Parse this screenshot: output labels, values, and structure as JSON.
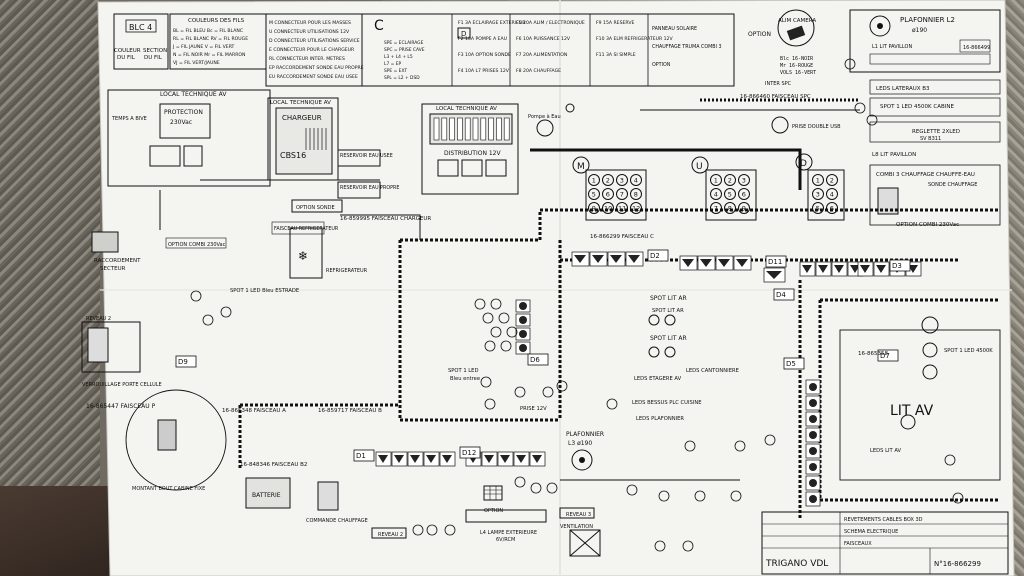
{
  "legend": {
    "color_box": {
      "sample": "BLC 4",
      "couleur_label": "COULEUR",
      "fil_label": "DU FIL",
      "section_label": "SECTION",
      "section_fil": "DU FIL"
    },
    "colors_title": "COULEURS DES FILS",
    "color_codes": [
      "BL = FIL BLEU   Bc = FIL BLANC",
      "RL = FIL BLANC  RV = FIL ROUGE",
      "J = FIL JAUNE   V = FIL VERT",
      "N = FIL NOIR    Mr = FIL MARRON",
      "VJ = FIL VERT/JAUNE"
    ],
    "connectors": [
      "M  CONNECTEUR POUR LES MASSES",
      "U  CONNECTEUR UTILISATIONS 12V",
      "D  CONNECTEUR UTILISATIONS SERVICE",
      "E  CONNECTEUR POUR LE CHARGEUR",
      "RL CONNECTEUR INTER. METRES",
      "EP RACCORDEMENT SONDE EAU PROPRE",
      "EU RACCORDEMENT SONDE EAU USEE"
    ]
  },
  "fuse_table": {
    "entries": [
      "F1 3A  ECLAIRAGE EXTERIEUR",
      "F2 10A POMPE A EAU",
      "F3 10A OPTION SONDE",
      "F4 10A L7 PRISES 12V",
      "F5 20A ALIM / ELECTRONIQUE",
      "F6 10A PUISSANCE 12V",
      "F7 20A ALIMENTATION",
      "F8 20A CHAUFFAGE",
      "F9 15A RESERVE",
      "F10 3A ELM REFRIGERATEUR 12V",
      "F11 3A SI SIMPLE"
    ],
    "fuse_extra": [
      "SPE = ECLAIRAGE",
      "SPC = PRISE CAVE",
      "L3 + L4 + L5",
      "L7 = EP",
      "SPE = EXT",
      "SPL = L2 + DSD"
    ],
    "aux_labels": [
      "PANNEAU SOLAIRE",
      "CHAUFFAGE TRUMA COMBI 3",
      "OPTION"
    ]
  },
  "blocks": {
    "local_technique_1": "LOCAL TECHNIQUE AV",
    "local_technique_2": "LOCAL TECHNIQUE AV",
    "local_technique_3": "LOCAL TECHNIQUE AV",
    "protection": "PROTECTION",
    "protection_v": "230Vac",
    "chargeur": "CHARGEUR",
    "chargeur_model": "CBS16",
    "distribution": "DISTRIBUTION 12V",
    "option_sonde": "OPTION SONDE",
    "reservoir_eau_usee": "RESERVOIR EAU USEE",
    "reservoir_eau_propre": "RESERVOIR EAU PROPRE",
    "faisceau_refrigerateur": "FAISCEAU REFRIGERATEUR",
    "raccordement": "RACCORDEMENT",
    "raccordement_2": "SECTEUR",
    "batterie": "BATTERIE",
    "option_combi": "OPTION COMBI 230Vac",
    "refrigerateur": "REFRIGERATEUR",
    "pompe": "Pompe à Eau",
    "spot_lit": "SPOT LIT AR",
    "lit_av": "LIT AV",
    "plafonnier": "PLAFONNIER",
    "plafonnier_l3": "L3 ø190",
    "plafonnier_l2": "PLAFONNIER L2",
    "plafonnier_l2_sub": "ø190",
    "alim_camera": "ALIM CAMERA",
    "option_label": "OPTION",
    "commande_chauffage": "COMMANDE CHAUFFAGE",
    "verrouillage": "VERROUILLAGE PORTE CELLULE",
    "montant_bout_cabine": "MONTANT BOUT CABINE FIXE",
    "ventilation": "VENTILATION",
    "reveau_2": "REVEAU 2",
    "reveau_3": "REVEAU 3",
    "l4_lampe": "L4 LAMPE EXTERIEURE",
    "l4_lampe_sub": "6V/RCM"
  },
  "faisceaux": {
    "f1": "16-865447 FAISCEAU P",
    "f2": "16-865348 FAISCEAU A",
    "f3": "16-859717 FAISCEAU B",
    "f4": "16-848346 FAISCEAU B2",
    "f5": "16-866299 FAISCEAU C",
    "f6": "16-865358",
    "f7": "16-866460 FAISCEAU SPC",
    "f8": "16-859995 FAISCEAU CHARGEUR"
  },
  "connectors_big": {
    "m": "M",
    "u": "U",
    "d": "D",
    "m_pins": [
      "1",
      "2",
      "3",
      "4",
      "5",
      "6",
      "7",
      "8",
      "9",
      "10",
      "11",
      "12"
    ],
    "u_pins": [
      "1",
      "2",
      "3",
      "4",
      "5",
      "6",
      "7",
      "8",
      "9"
    ],
    "d_pins": [
      "1",
      "2",
      "3",
      "4",
      "5",
      "6"
    ]
  },
  "d_labels": [
    "D1",
    "D2",
    "D3",
    "D4",
    "D5",
    "D6",
    "D7",
    "D9",
    "D11",
    "D12"
  ],
  "lights": [
    "SPOT 1 LED",
    "Bleu entree",
    "SPOT 1 LED Bleu ESTRADE",
    "SPOT LIT AR",
    "PRISE 12V",
    "LEDS ETAGERE AV",
    "LEDS CANTONNIERE",
    "LEDS BESSUS PLC CUISINE",
    "LEDS PLAFONNIER",
    "LEDS LIT AV",
    "SPOT 1 LED 4500K"
  ],
  "title_block": {
    "brand": "TRIGANO VDL",
    "doc_no": "N°16-866299",
    "rows": [
      "REVETEMENTS CABLES BOX 3D",
      "SCHEMA ELECTRIQUE",
      "FAISCEAUX"
    ]
  }
}
